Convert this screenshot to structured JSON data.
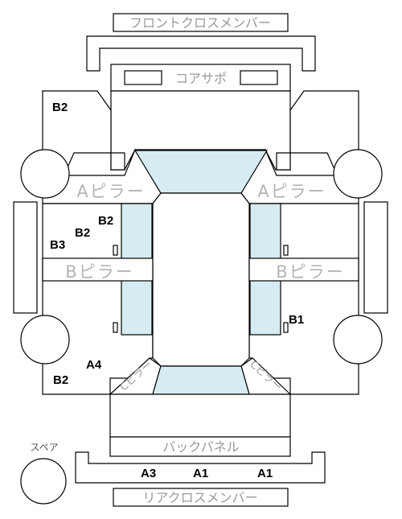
{
  "labels": {
    "front_cross_member": "フロントクロスメンバー",
    "core_support": "コアサポ",
    "a_pillar_left": "Aピラー",
    "a_pillar_right": "Aピラー",
    "b_pillar_left": "Bピラー",
    "b_pillar_right": "Bピラー",
    "back_panel": "バックパネル",
    "rear_cross_member": "リアクロスメンバー",
    "spare": "スペア",
    "c_pillar_left": "Cピラー",
    "c_pillar_right": "Cピラー"
  },
  "marks": {
    "top_left_b2": "B2",
    "left_b2_upper": "B2",
    "left_b2_middle": "B2",
    "left_b3": "B3",
    "right_b1": "B1",
    "bottom_left_a4": "A4",
    "bottom_left_b2": "B2",
    "rear_a3": "A3",
    "rear_a1_left": "A1",
    "rear_a1_right": "A1"
  }
}
